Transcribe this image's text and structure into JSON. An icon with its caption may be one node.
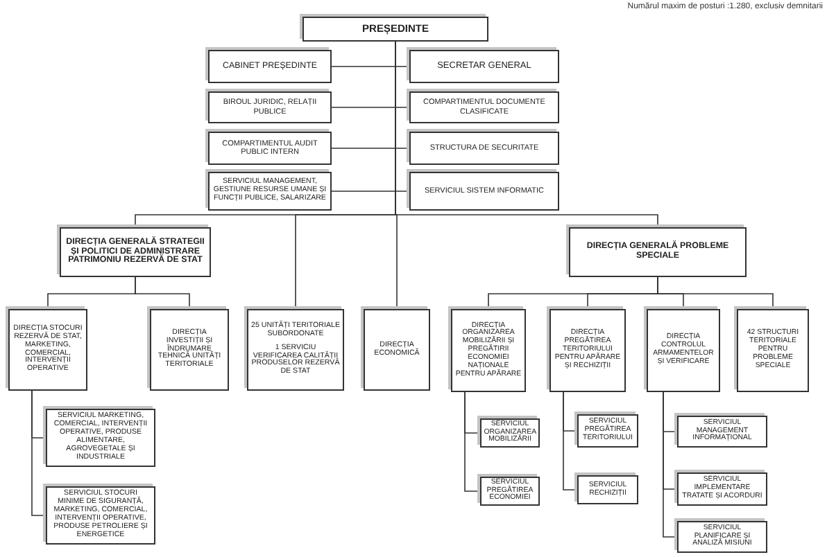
{
  "diagram": {
    "nodes": [
      {
        "text": [
          "PREȘEDINTE"
        ]
      },
      {
        "text": [
          "CABINET PREȘEDINTE"
        ]
      },
      {
        "text": [
          "SECRETAR GENERAL"
        ]
      },
      {
        "text": [
          "BIROUL JURIDIC, RELAȚII PUBLICE"
        ]
      },
      {
        "text": [
          "COMPARTIMENTUL DOCUMENTE CLASIFICATE"
        ]
      },
      {
        "text": [
          "COMPARTIMENTUL AUDIT PUBLIC INTERN"
        ]
      },
      {
        "text": [
          "STRUCTURA DE SECURITATE"
        ]
      },
      {
        "text": [
          "SERVICIUL MANAGEMENT, GESTIUNE RESURSE UMANE ȘI FUNCȚII PUBLICE, SALARIZARE"
        ]
      },
      {
        "text": [
          "SERVICIUL SISTEM INFORMATIC"
        ]
      },
      {
        "text": [
          "DIRECȚIA GENERALĂ STRATEGII ȘI POLITICI DE ADMINISTRARE PATRIMONIU REZERVĂ DE STAT"
        ]
      },
      {
        "text": [
          "DIRECȚIA STOCURI REZERVĂ DE STAT, MARKETING, COMERCIAL, INTERVENȚII OPERATIVE"
        ]
      },
      {
        "text": [
          "SERVICIUL MARKETING, COMERCIAL, INTERVENȚII OPERATIVE, PRODUSE ALIMENTARE, AGROVEGETALE ȘI INDUSTRIALE"
        ]
      },
      {
        "text": [
          "SERVICIUL STOCURI MINIME DE SIGURANȚĂ, MARKETING, COMERCIAL, INTERVENȚII OPERATIVE, PRODUSE PETROLIERE ȘI ENERGETICE"
        ]
      },
      {
        "text": [
          "DIRECȚIA INVESTIȚII ȘI ÎNDRUMARE TEHNICĂ UNITĂȚI TERITORIALE"
        ]
      },
      {
        "text": [
          "25 UNITĂȚI TERITORIALE SUBORDONATE",
          "1 SERVICIU VERIFICAREA CALITĂȚII PRODUSELOR REZERVĂ DE STAT"
        ]
      },
      {
        "text": [
          "DIRECȚIA ECONOMICĂ"
        ]
      },
      {
        "text": [
          "DIRECȚIA GENERALĂ PROBLEME SPECIALE"
        ]
      },
      {
        "text": [
          "DIRECȚIA ORGANIZAREA MOBILIZĂRII ȘI PREGĂTIRII ECONOMIEI NAȚIONALE PENTRU APĂRARE"
        ]
      },
      {
        "text": [
          "SERVICIUL ORGANIZAREA MOBILIZĂRII"
        ]
      },
      {
        "text": [
          "SERVICIUL PREGĂTIREA ECONOMIEI"
        ]
      },
      {
        "text": [
          "DIRECȚIA PREGĂTIREA TERITORIULUI PENTRU APĂRARE ȘI RECHIZIȚII"
        ]
      },
      {
        "text": [
          "SERVICIUL PREGĂTIREA TERITORIULUI"
        ]
      },
      {
        "text": [
          "SERVICIUL RECHIZIȚII"
        ]
      },
      {
        "text": [
          "DIRECȚIA CONTROLUL ARMAMENTELOR ȘI VERIFICARE"
        ]
      },
      {
        "text": [
          "SERVICIUL MANAGEMENT INFORMAȚIONAL"
        ]
      },
      {
        "text": [
          "SERVICIUL IMPLEMENTARE TRATATE ȘI ACORDURI"
        ]
      },
      {
        "text": [
          "SERVICIUL PLANIFICARE ȘI ANALIZĂ MISIUNI"
        ]
      },
      {
        "text": [
          "42 STRUCTURI TERITORIALE PENTRU PROBLEME SPECIALE"
        ]
      }
    ],
    "edges": [
      {
        "from": 0,
        "to": 1,
        "arrow": "none"
      },
      {
        "from": 0,
        "to": 2,
        "arrow": "none"
      },
      {
        "from": 0,
        "to": 3,
        "arrow": "none"
      },
      {
        "from": 0,
        "to": 4,
        "arrow": "none"
      },
      {
        "from": 0,
        "to": 5,
        "arrow": "none"
      },
      {
        "from": 0,
        "to": 6,
        "arrow": "none"
      },
      {
        "from": 0,
        "to": 7,
        "arrow": "none"
      },
      {
        "from": 0,
        "to": 8,
        "arrow": "none"
      },
      {
        "from": 0,
        "to": 9,
        "arrow": "none"
      },
      {
        "from": 0,
        "to": 14,
        "arrow": "none"
      },
      {
        "from": 0,
        "to": 15,
        "arrow": "none"
      },
      {
        "from": 0,
        "to": 16,
        "arrow": "none"
      },
      {
        "from": 9,
        "to": 10,
        "arrow": "none"
      },
      {
        "from": 9,
        "to": 13,
        "arrow": "none"
      },
      {
        "from": 10,
        "to": 11,
        "arrow": "none"
      },
      {
        "from": 10,
        "to": 12,
        "arrow": "none"
      },
      {
        "from": 16,
        "to": 17,
        "arrow": "none"
      },
      {
        "from": 16,
        "to": 20,
        "arrow": "none"
      },
      {
        "from": 16,
        "to": 23,
        "arrow": "none"
      },
      {
        "from": 16,
        "to": 27,
        "arrow": "none"
      },
      {
        "from": 17,
        "to": 18,
        "arrow": "none"
      },
      {
        "from": 17,
        "to": 19,
        "arrow": "none"
      },
      {
        "from": 20,
        "to": 21,
        "arrow": "none"
      },
      {
        "from": 20,
        "to": 22,
        "arrow": "none"
      },
      {
        "from": 23,
        "to": 24,
        "arrow": "none"
      },
      {
        "from": 23,
        "to": 25,
        "arrow": "none"
      },
      {
        "from": 23,
        "to": 26,
        "arrow": "none"
      }
    ],
    "labels": [
      "Numărul maxim de posturi :1.280, exclusiv demnitarii"
    ]
  }
}
